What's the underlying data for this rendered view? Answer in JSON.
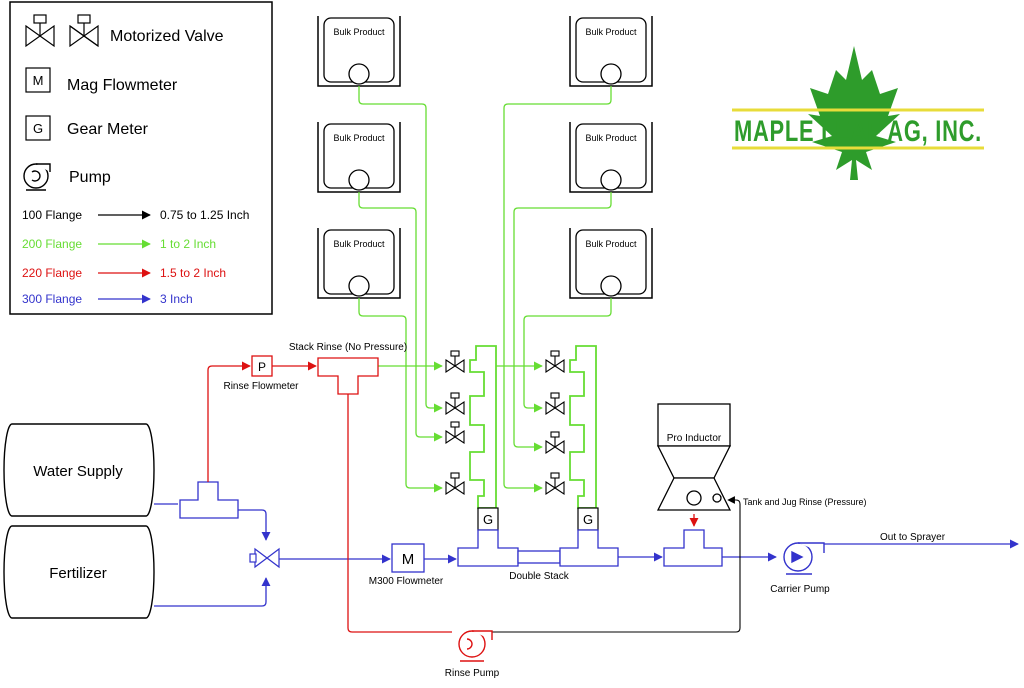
{
  "legend": {
    "motorized_valve": "Motorized Valve",
    "mag_flowmeter_symbol": "M",
    "mag_flowmeter": "Mag Flowmeter",
    "gear_meter_symbol": "G",
    "gear_meter": "Gear Meter",
    "pump": "Pump",
    "lines": [
      {
        "flange": "100 Flange",
        "size": "0.75 to 1.25 Inch",
        "color": "#000000"
      },
      {
        "flange": "200 Flange",
        "size": "1 to 2 Inch",
        "color": "#66dd33"
      },
      {
        "flange": "220 Flange",
        "size": "1.5 to 2 Inch",
        "color": "#dd1111"
      },
      {
        "flange": "300 Flange",
        "size": "3 Inch",
        "color": "#3333cc"
      }
    ]
  },
  "tanks": {
    "bulk_label": "Bulk Product",
    "water_supply": "Water Supply",
    "fertilizer": "Fertilizer"
  },
  "labels": {
    "stack_rinse": "Stack Rinse (No Pressure)",
    "rinse_flowmeter_symbol": "P",
    "rinse_flowmeter": "Rinse Flowmeter",
    "pro_inductor": "Pro Inductor",
    "tank_jug_rinse": "Tank and Jug Rinse (Pressure)",
    "out_to_sprayer": "Out to Sprayer",
    "carrier_pump": "Carrier Pump",
    "double_stack": "Double Stack",
    "m300_symbol": "M",
    "m300_flowmeter": "M300 Flowmeter",
    "rinse_pump": "Rinse Pump",
    "gear_symbol": "G"
  },
  "logo": {
    "text": "MAPLE LEAF AG, INC.",
    "color": "#2e9c2b",
    "bar_color": "#e8dc3a"
  },
  "colors": {
    "black": "#000000",
    "green": "#66dd33",
    "red": "#dd1111",
    "blue": "#3333cc"
  }
}
